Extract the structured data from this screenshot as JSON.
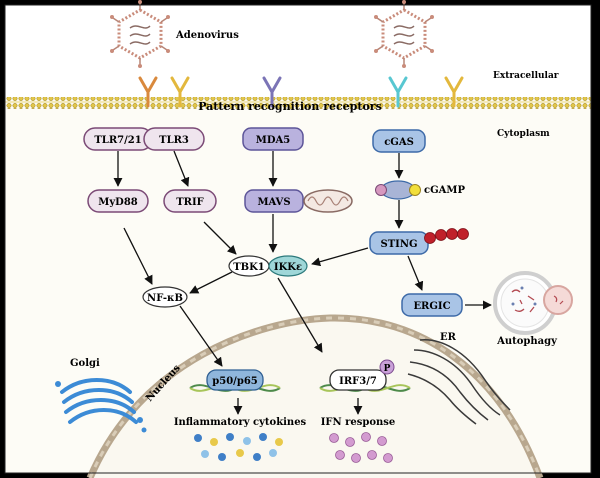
{
  "labels": {
    "adenovirus": "Adenovirus",
    "extracellular": "Extracellular",
    "prr": "Pattern recognition receptors",
    "cytoplasm": "Cytoplasm",
    "tlr721": "TLR7/21",
    "tlr3": "TLR3",
    "mda5": "MDA5",
    "cgas": "cGAS",
    "cgamp": "cGAMP",
    "myd88": "MyD88",
    "trif": "TRIF",
    "mavs": "MAVS",
    "sting": "STING",
    "tbk1": "TBK1",
    "ikke": "IKKε",
    "nfkb": "NF-κB",
    "ergic": "ERGIC",
    "autophagy": "Autophagy",
    "er": "ER",
    "golgi": "Golgi",
    "nucleus": "Nucleus",
    "p50p65": "p50/p65",
    "irf37": "IRF3/7",
    "phospho": "P",
    "inflammatory": "Inflammatory cytokines",
    "ifn": "IFN response"
  },
  "colors": {
    "background": "#fdfcf6",
    "tlr_box": "#efe5ee",
    "tlr_border": "#7b4a76",
    "mda5_box": "#b9b2de",
    "mda5_border": "#5c5498",
    "cgas_box": "#a9c4e6",
    "cgas_border": "#3d6aa8",
    "ikke_fill": "#9fd7d8",
    "nucleus_tf": "#8fb6dc",
    "phospho": "#c9a0d8",
    "membrane": "#e3c94a",
    "arrow": "#111111"
  },
  "icons": [
    "virus-icon",
    "receptor-icon",
    "mitochondria-icon",
    "golgi-icon",
    "er-icon",
    "autophagosome-icon",
    "dna-icon",
    "cytokine-dots-icon"
  ]
}
